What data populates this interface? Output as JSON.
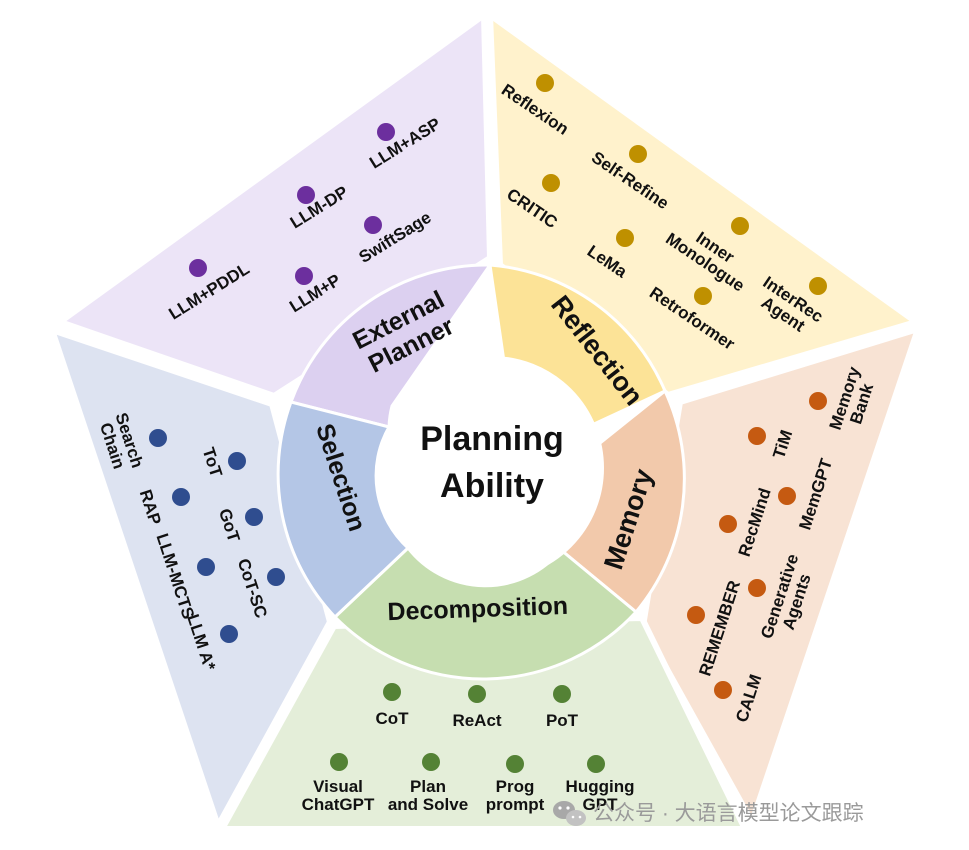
{
  "center": {
    "line1": "Planning",
    "line2": "Ability"
  },
  "sectors": {
    "external_planner": {
      "title_line1": "External",
      "title_line2": "Planner",
      "colors": {
        "outer": "#ece4f7",
        "inner": "#dcd0f0",
        "dot": "#6c2f9e"
      },
      "methods": [
        "LLM+ASP",
        "LLM-DP",
        "SwiftSage",
        "LLM+PDDL",
        "LLM+P"
      ]
    },
    "reflection": {
      "title": "Reflection",
      "colors": {
        "outer": "#fff2cc",
        "inner": "#fce397",
        "dot": "#bf9000"
      },
      "methods": [
        "Reflexion",
        "Self-Refine",
        "CRITIC",
        "LeMa",
        "Inner Monologue",
        "Retroformer",
        "InterRec Agent"
      ]
    },
    "memory": {
      "title": "Memory",
      "colors": {
        "outer": "#f8e3d4",
        "inner": "#f2c9ab",
        "dot": "#c55a11"
      },
      "methods": [
        "Memory Bank",
        "TiM",
        "MemGPT",
        "RecMind",
        "Generative Agents",
        "REMEMBER",
        "CALM"
      ]
    },
    "decomposition": {
      "title": "Decomposition",
      "colors": {
        "outer": "#e4eed9",
        "inner": "#c6deb0",
        "dot": "#548235"
      },
      "methods": [
        "CoT",
        "ReAct",
        "PoT",
        "Visual ChatGPT",
        "Plan and Solve",
        "Prog prompt",
        "Hugging GPT"
      ]
    },
    "selection": {
      "title": "Selection",
      "colors": {
        "outer": "#dde3f1",
        "inner": "#b4c6e6",
        "dot": "#2f4d8f"
      },
      "methods": [
        "Search Chain",
        "ToT",
        "RAP",
        "GoT",
        "LLM-MCTS",
        "CoT-SC",
        "LLM A*"
      ]
    }
  },
  "watermark": "公众号 · 大语言模型论文跟踪"
}
